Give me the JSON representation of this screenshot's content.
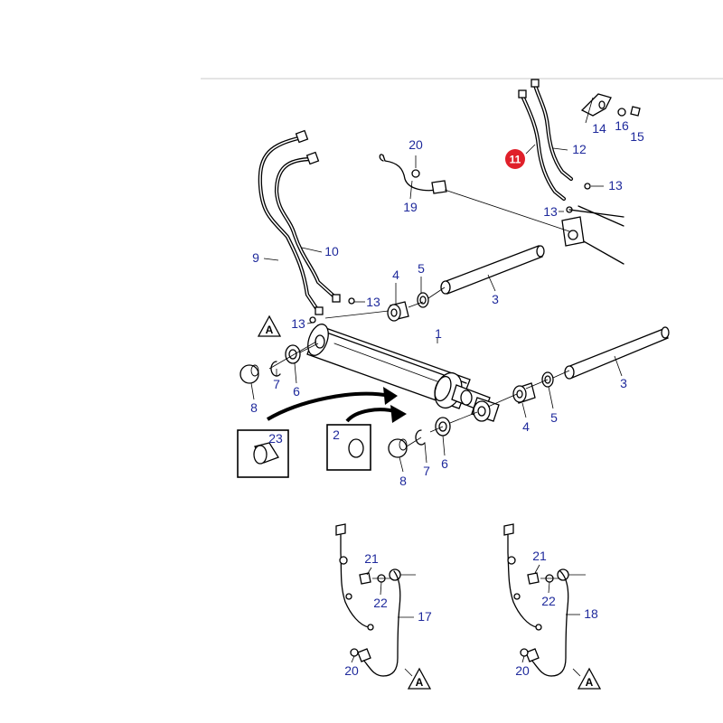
{
  "diagram": {
    "parts": [
      {
        "id": "1",
        "label": "1"
      },
      {
        "id": "2",
        "label": "2"
      },
      {
        "id": "3a",
        "label": "3"
      },
      {
        "id": "3b",
        "label": "3"
      },
      {
        "id": "4a",
        "label": "4"
      },
      {
        "id": "4b",
        "label": "4"
      },
      {
        "id": "5a",
        "label": "5"
      },
      {
        "id": "5b",
        "label": "5"
      },
      {
        "id": "6a",
        "label": "6"
      },
      {
        "id": "6b",
        "label": "6"
      },
      {
        "id": "7a",
        "label": "7"
      },
      {
        "id": "7b",
        "label": "7"
      },
      {
        "id": "8a",
        "label": "8"
      },
      {
        "id": "8b",
        "label": "8"
      },
      {
        "id": "9",
        "label": "9"
      },
      {
        "id": "10",
        "label": "10"
      },
      {
        "id": "12",
        "label": "12"
      },
      {
        "id": "13a",
        "label": "13"
      },
      {
        "id": "13b",
        "label": "13"
      },
      {
        "id": "13c",
        "label": "13"
      },
      {
        "id": "13d",
        "label": "13"
      },
      {
        "id": "14",
        "label": "14"
      },
      {
        "id": "15",
        "label": "15"
      },
      {
        "id": "16",
        "label": "16"
      },
      {
        "id": "17",
        "label": "17"
      },
      {
        "id": "18",
        "label": "18"
      },
      {
        "id": "19",
        "label": "19"
      },
      {
        "id": "20a",
        "label": "20"
      },
      {
        "id": "20b",
        "label": "20"
      },
      {
        "id": "20c",
        "label": "20"
      },
      {
        "id": "21a",
        "label": "21"
      },
      {
        "id": "21b",
        "label": "21"
      },
      {
        "id": "22a",
        "label": "22"
      },
      {
        "id": "22b",
        "label": "22"
      },
      {
        "id": "23",
        "label": "23"
      }
    ],
    "highlight": {
      "label": "11",
      "color": "#e0202a"
    },
    "reference_marks": [
      {
        "id": "A1",
        "label": "A"
      },
      {
        "id": "A2",
        "label": "A"
      },
      {
        "id": "A3",
        "label": "A"
      }
    ],
    "colors": {
      "callout": "#1f2a9c",
      "line": "#000000",
      "rule": "#c8c8c8"
    }
  }
}
